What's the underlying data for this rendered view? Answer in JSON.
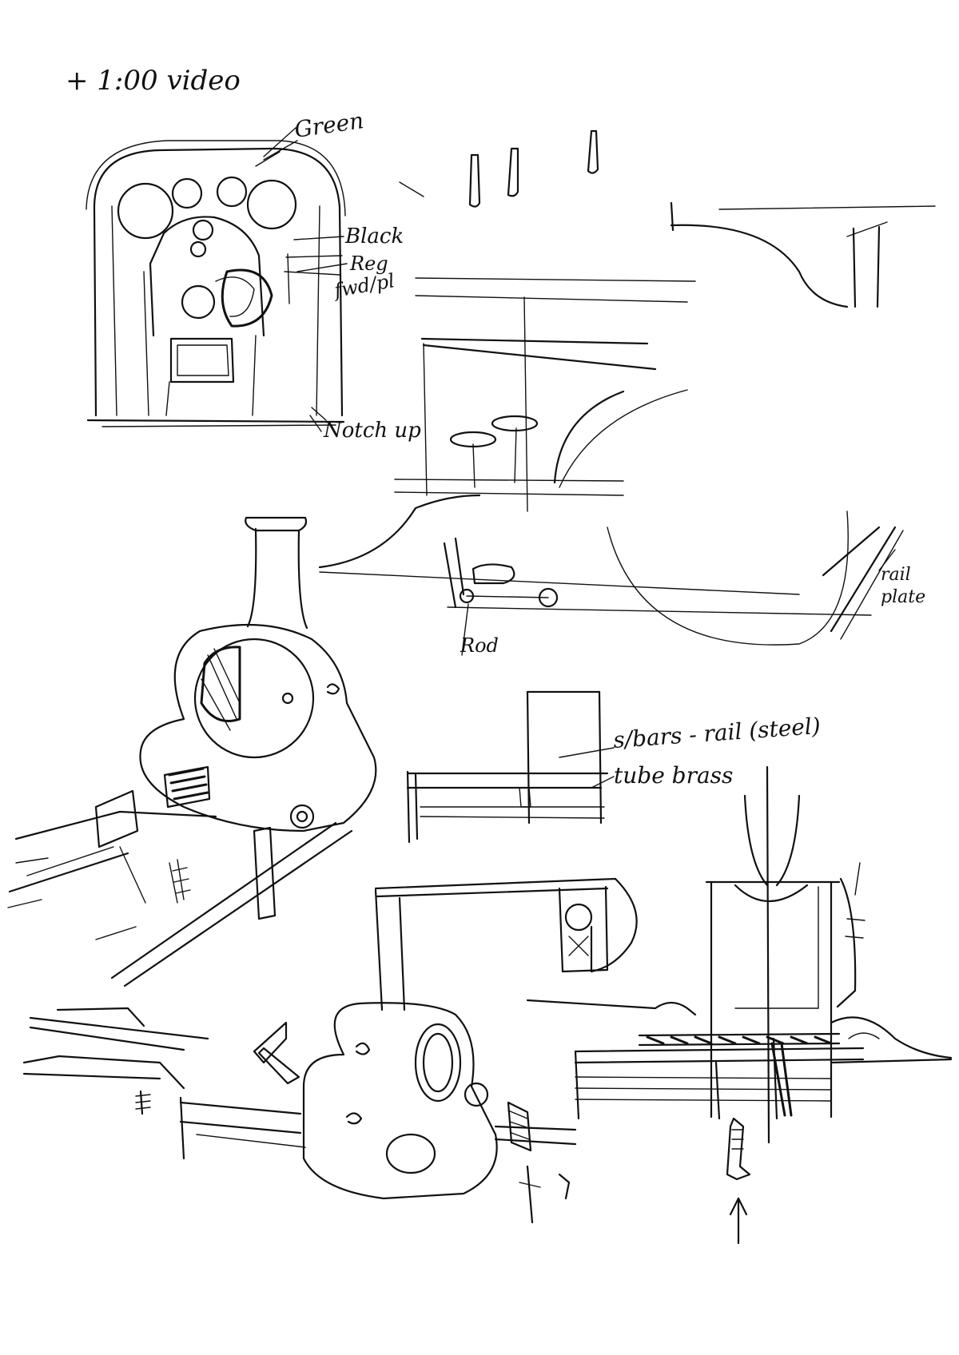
{
  "notes": {
    "header": "+ 1:00 video",
    "cab_top": "Green",
    "cab_black": "Black",
    "cab_reg": "Reg",
    "cab_fwd": "fwd/pl",
    "cab_notch": "Notch up",
    "side_rod": "Rod",
    "side_rail_1": "rail",
    "side_rail_2": "plate",
    "rail_steel": "s/bars - rail (steel)",
    "tube_brass": "tube brass"
  },
  "colors": {
    "ink": "#111111",
    "paper": "#ffffff"
  }
}
